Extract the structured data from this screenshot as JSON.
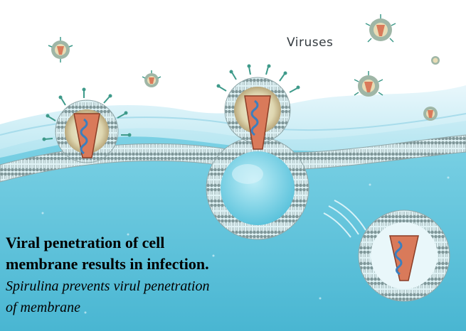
{
  "labels": {
    "viruses": "Viruses"
  },
  "caption": {
    "bold_line1": "Viral penetration of cell",
    "bold_line2": "membrane results in infection.",
    "italic_line1": "Spirulina prevents virul penetration",
    "italic_line2": "of membrane"
  },
  "colors": {
    "extracellular": "#ffffff",
    "cytoplasm": "#5fc6dc",
    "membrane_head": "#8fa6a8",
    "virus_shell": "#d9b38c",
    "capsid": "#d97a5a",
    "rna": "#3b7fbf",
    "spike": "#3e9a8a"
  }
}
